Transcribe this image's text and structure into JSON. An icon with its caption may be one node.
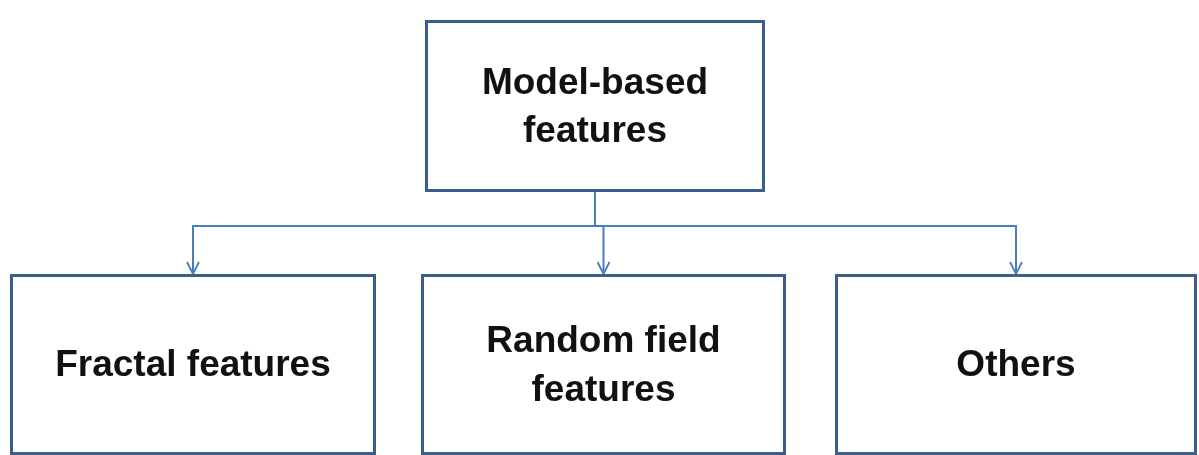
{
  "diagram": {
    "nodes": [
      {
        "text": [
          "Model-based features"
        ]
      },
      {
        "text": [
          "Fractal features"
        ]
      },
      {
        "text": [
          "Random field features"
        ]
      },
      {
        "text": [
          "Others"
        ]
      }
    ],
    "edges": [
      {
        "from": 0,
        "to": 1,
        "arrow": "to"
      },
      {
        "from": 0,
        "to": 2,
        "arrow": "to"
      },
      {
        "from": 0,
        "to": 3,
        "arrow": "to"
      }
    ]
  }
}
